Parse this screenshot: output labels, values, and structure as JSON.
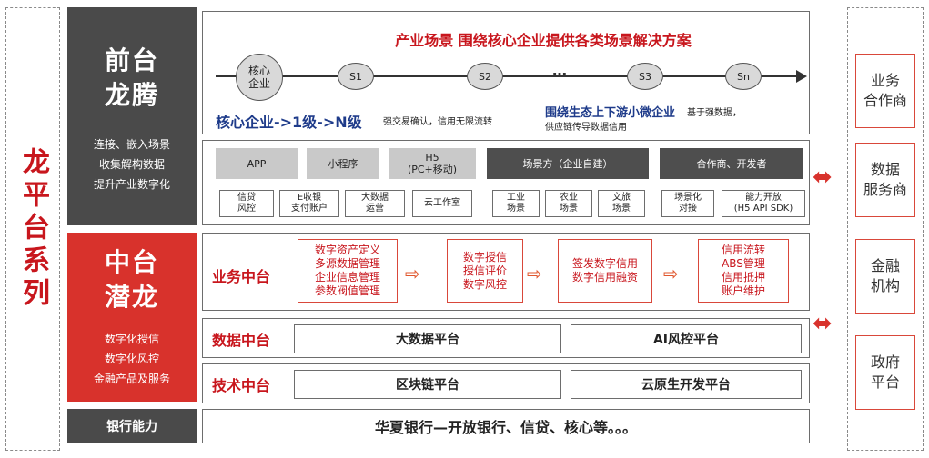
{
  "side_title": "龙平台系列",
  "front": {
    "title1": "前台",
    "title2": "龙腾",
    "lines": [
      "连接、嵌入场景",
      "收集解构数据",
      "提升产业数字化"
    ],
    "scene_title": "产业场景 围绕核心企业提供各类场景解决方案",
    "nodes": [
      "核心\n企业",
      "S1",
      "S2",
      "…",
      "S3",
      "Sn"
    ],
    "core_chain": "核心企业->1级->N级",
    "core_note": "强交易确认，信用无限流转",
    "eco_title": "围绕生态上下游小微企业",
    "eco_note1": "基于强数据，",
    "eco_note2": "供应链传导数据信用",
    "channels": [
      "APP",
      "小程序",
      "H5\n(PC+移动)",
      "场景方（企业自建）",
      "合作商、开发者"
    ],
    "sub_items": [
      "信贷\n风控",
      "E收银\n支付账户",
      "大数据\n运营",
      "云工作室",
      "工业\n场景",
      "农业\n场景",
      "文旅\n场景",
      "场景化\n对接",
      "能力开放\n(H5 API SDK)"
    ]
  },
  "middle": {
    "title1": "中台",
    "title2": "潜龙",
    "lines": [
      "数字化授信",
      "数字化风控",
      "金融产品及服务"
    ],
    "business_label": "业务中台",
    "business_boxes": [
      "数字资产定义\n多源数据管理\n企业信息管理\n参数阀值管理",
      "数字授信\n授信评价\n数字风控",
      "签发数字信用\n数字信用融资",
      "信用流转\nABS管理\n信用抵押\n账户维护"
    ],
    "data_label": "数据中台",
    "data_platforms": [
      "大数据平台",
      "AI风控平台"
    ],
    "tech_label": "技术中台",
    "tech_platforms": [
      "区块链平台",
      "云原生开发平台"
    ]
  },
  "bank": {
    "label": "银行能力",
    "content": "华夏银行—开放银行、信贷、核心等。。。"
  },
  "partners": [
    "业务\n合作商",
    "数据\n服务商",
    "金融\n机构",
    "政府\n平台"
  ],
  "colors": {
    "accent": "#c8161d",
    "dark_panel": "#4a4a4a",
    "red_panel": "#d8322c"
  }
}
